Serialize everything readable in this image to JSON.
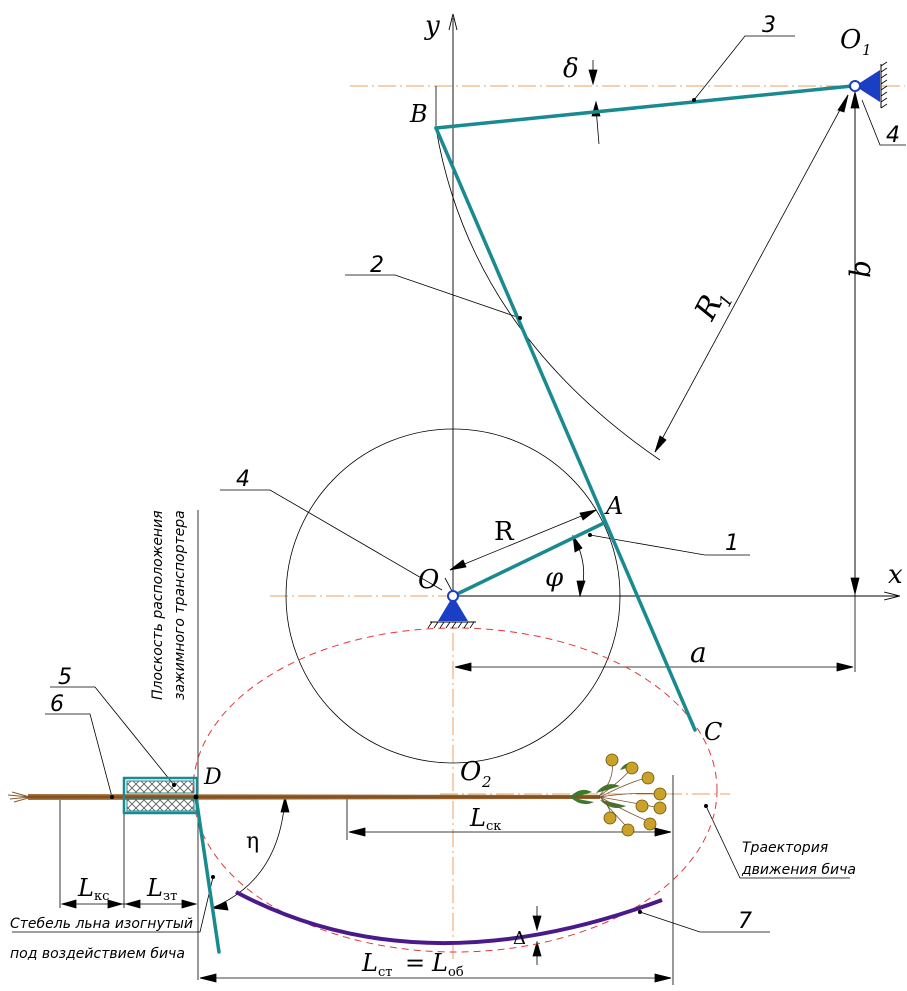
{
  "diagram": {
    "points": {
      "y_axis": "y",
      "x_axis": "x",
      "O1_main": "O",
      "O1_sub": "1",
      "B": "B",
      "A": "A",
      "O": "O",
      "C": "C",
      "D": "D",
      "O2_main": "O",
      "O2_sub": "2"
    },
    "dimensions": {
      "delta": "δ",
      "R": "R",
      "phi": "φ",
      "R1_main": "R",
      "R1_sub": "1",
      "b": "b",
      "a": "a",
      "eta": "η",
      "Lck_main": "L",
      "Lck_sub": "ск",
      "Lks_main": "L",
      "Lks_sub": "кс",
      "Lzt_main": "L",
      "Lzt_sub": "зт",
      "Lst_main": "L",
      "Lst_sub": "ст",
      "eq": "=",
      "Lob_main": "L",
      "Lob_sub": "об",
      "Delta": "Δ"
    },
    "callouts": {
      "n1": "1",
      "n2": "2",
      "n3": "3",
      "n4_top": "4",
      "n4_left": "4",
      "n5": "5",
      "n6": "6",
      "n7": "7"
    },
    "notes": {
      "plane_line1": "Плоскость расположения",
      "plane_line2": "зажимного транспортера",
      "trajectory_line1": "Траектория",
      "trajectory_line2": "движения бича",
      "stem_line1": "Стебель льна изогнутый",
      "stem_line2": "под воздействием бича"
    },
    "colors": {
      "link": "#198a8f",
      "support": "#1a3fc4",
      "axis_center": "#e8a060",
      "trajectory": "#e0393a",
      "beater": "#4b1a8a",
      "stem": "#8a5a2b",
      "seed": "#c9a227",
      "leaf": "#3a7a2a",
      "clamp": "#198a8f"
    }
  }
}
